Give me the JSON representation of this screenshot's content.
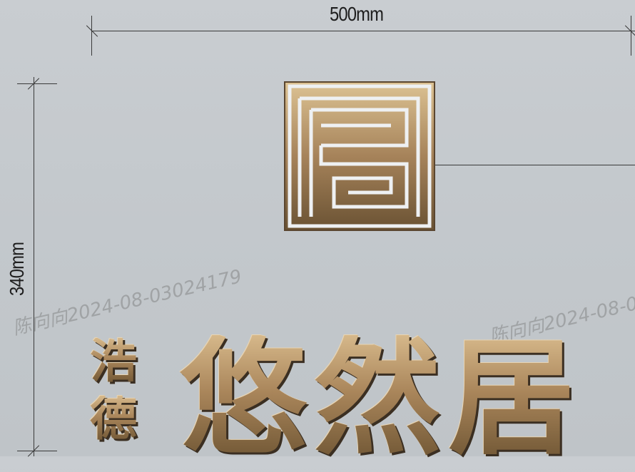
{
  "dimensions": {
    "width_label": "500mm",
    "height_label": "340mm"
  },
  "watermarks": {
    "left": "陈向向2024-08-03024179",
    "right": "陈向向2024-08-0"
  },
  "logo": {
    "icon": "ju-seal-logo",
    "colors": {
      "gold_light": "#d8bd8e",
      "gold_dark": "#6b5433",
      "outline": "#f2ede4"
    }
  },
  "sign": {
    "small_line_1": "浩",
    "small_line_2": "德",
    "title": "悠然居"
  }
}
